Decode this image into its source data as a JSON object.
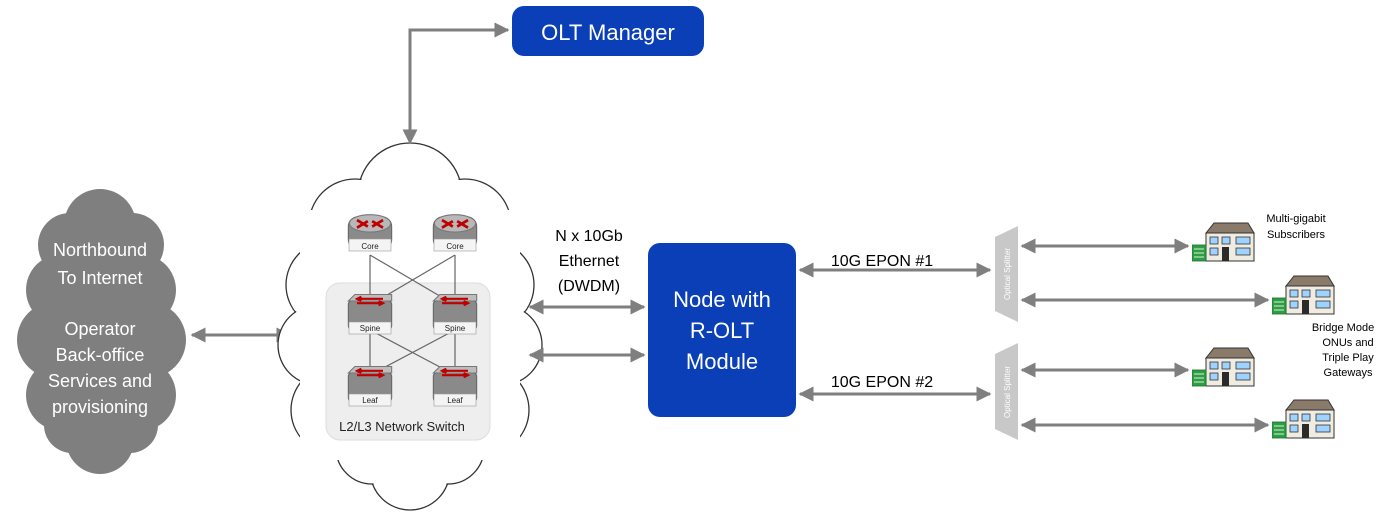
{
  "olt_manager": {
    "label": "OLT Manager",
    "fill": "#0a3fb8"
  },
  "node": {
    "lines": [
      "Node with",
      "R-OLT",
      "Module"
    ],
    "fill": "#0a3fb8"
  },
  "northbound_cloud": {
    "lines_top": [
      "Northbound",
      "To Internet"
    ],
    "lines_bottom": [
      "Operator",
      "Back-office",
      "Services and",
      "provisioning"
    ],
    "fill": "#7f7f7f"
  },
  "network_switch": {
    "label": "L2/L3 Network Switch",
    "devices": {
      "core": "Core",
      "spine": "Spine",
      "leaf": "Leaf"
    }
  },
  "uplink": {
    "lines": [
      "N x 10Gb",
      "Ethernet",
      "(DWDM)"
    ]
  },
  "epon_links": {
    "link1": "10G EPON #1",
    "link2": "10G EPON #2"
  },
  "splitter": {
    "label": "Optical Splitter"
  },
  "subscribers": {
    "multi_gigabit": [
      "Multi-gigabit",
      "Subscribers"
    ],
    "bridge_mode": [
      "Bridge Mode",
      "ONUs and",
      "Triple Play",
      "Gateways"
    ]
  },
  "colors": {
    "arrow": "#7f7f7f",
    "device_accent": "#c00000",
    "house_green": "#2e9e44",
    "house_roof": "#8a7a6a"
  }
}
